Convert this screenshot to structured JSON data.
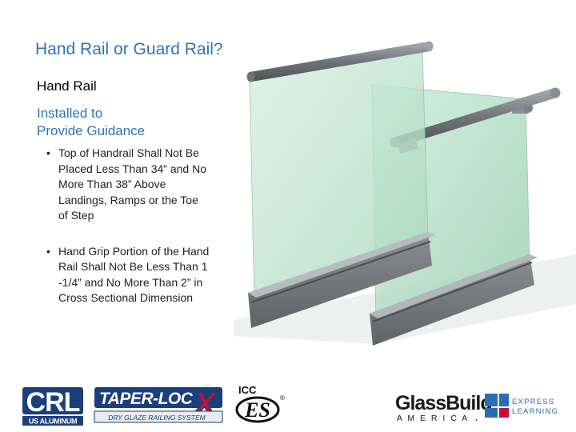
{
  "slide": {
    "title": "Hand Rail or Guard Rail?",
    "subhead": "Hand Rail",
    "subtext_lines": [
      "Installed to",
      "Provide Guidance"
    ],
    "bullets": [
      {
        "marker": "•",
        "lines": [
          "Top of Handrail Shall Not Be",
          "Placed Less Than 34” and No",
          "More Than 38” Above",
          "Landings, Ramps or the Toe",
          "of Step"
        ]
      },
      {
        "marker": "•",
        "lines": [
          "Hand Grip Portion of the Hand",
          "Rail Shall Not Be Less Than 1",
          "-1/4” and No More Than 2” in",
          "Cross Sectional Dimension"
        ]
      }
    ]
  },
  "logos": {
    "crl": {
      "letters": "CRL",
      "sub": "US ALUMINUM"
    },
    "taperloc": {
      "name": "TAPER-LOC",
      "x": "X",
      "sub": "DRY GLAZE RAILING SYSTEM"
    },
    "icc": {
      "top": "ICC",
      "es": "ES",
      "reg": "®"
    },
    "glassbuild": {
      "name": "GlassBuild",
      "america": "A M E R I C A",
      "dot": "."
    },
    "express": {
      "line1": "EXPRESS",
      "line2": "LEARNING"
    }
  },
  "colors": {
    "title_blue": "#2e74b5",
    "logo_navy": "#1b3f7a",
    "logo_red": "#c8102e",
    "express_blue": "#2b6cb5",
    "glass": "#bfe3cf",
    "rail": "#7f8489"
  }
}
